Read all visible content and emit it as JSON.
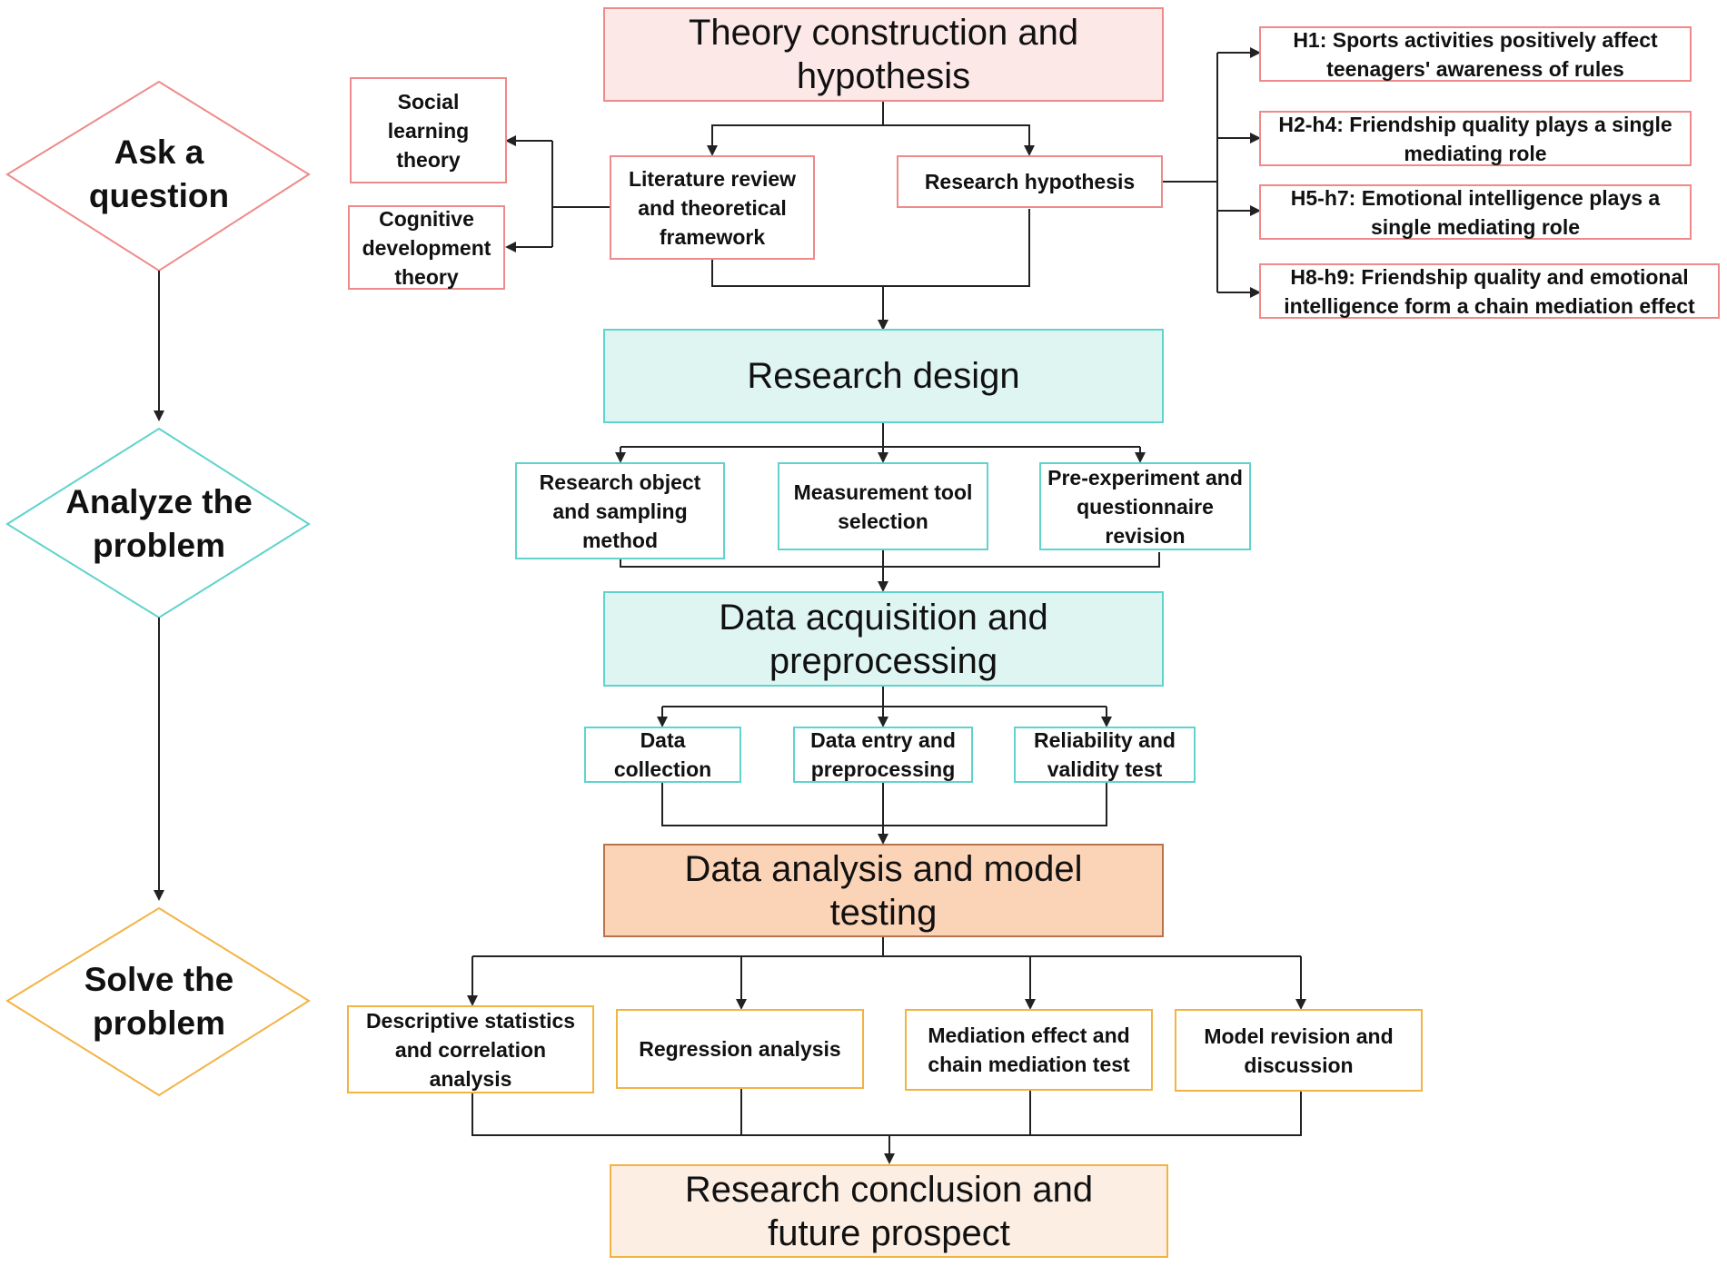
{
  "colors": {
    "pink": "#ef8a8a",
    "pink_fill": "#fde8e8",
    "teal": "#5fd3cc",
    "teal_fill": "#def5f1",
    "orange": "#f3b343",
    "orange_fill": "#fbd3b6",
    "peach_fill": "#fdeee3",
    "connector": "#222222"
  },
  "stages": {
    "ask": "Ask a question",
    "analyze": "Analyze the problem",
    "solve": "Solve the problem"
  },
  "theory": {
    "title": "Theory construction and hypothesis",
    "literature": "Literature review and theoretical framework",
    "social_learning": "Social learning theory",
    "cognitive": "Cognitive development theory",
    "hypothesis": "Research hypothesis",
    "hypotheses": [
      "H1: Sports activities positively affect teenagers' awareness of rules",
      "H2-h4: Friendship quality plays a single mediating role",
      "H5-h7: Emotional intelligence plays a single mediating role",
      "H8-h9: Friendship quality and emotional intelligence form a chain mediation effect"
    ]
  },
  "design": {
    "title": "Research design",
    "items": [
      "Research object and sampling method",
      "Measurement tool selection",
      "Pre-experiment and questionnaire revision"
    ]
  },
  "acquisition": {
    "title": "Data acquisition and preprocessing",
    "items": [
      "Data collection",
      "Data entry and preprocessing",
      "Reliability and validity test"
    ]
  },
  "analysis": {
    "title": "Data analysis and model testing",
    "items": [
      "Descriptive statistics and correlation analysis",
      "Regression analysis",
      "Mediation effect and chain mediation test",
      "Model revision and discussion"
    ]
  },
  "conclusion": {
    "title": "Research conclusion and future prospect"
  }
}
